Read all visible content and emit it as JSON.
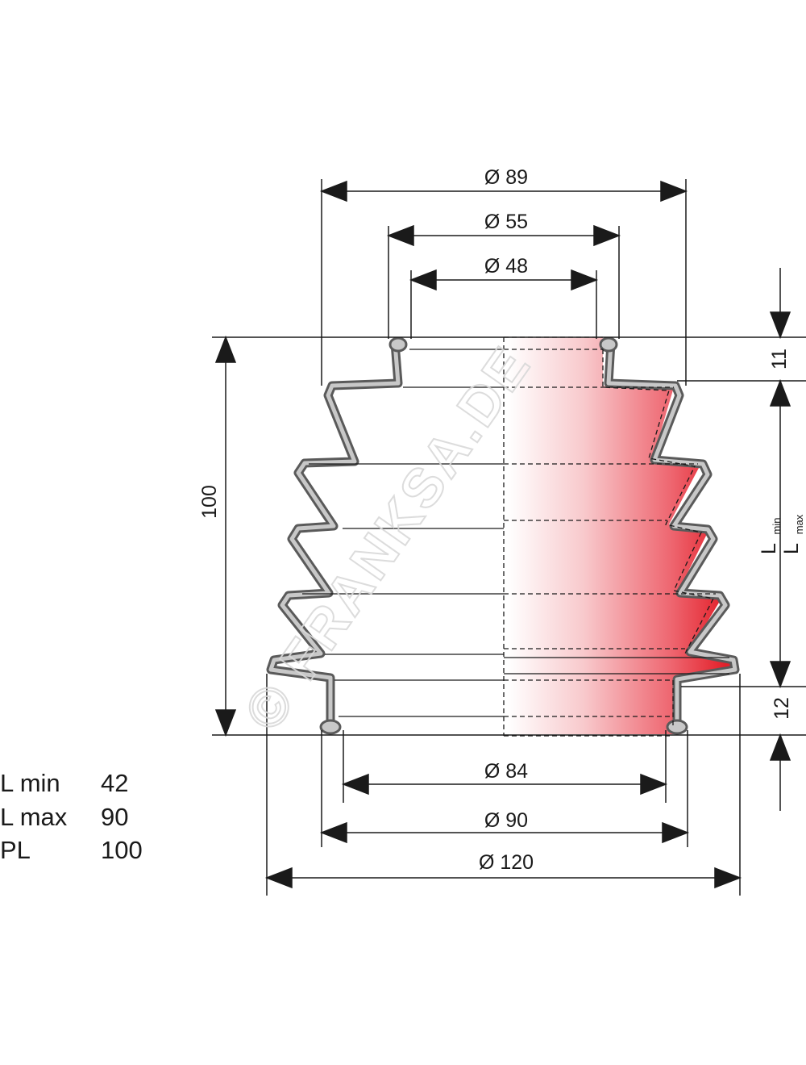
{
  "dimensions": {
    "top_outer": "Ø 89",
    "top_mid": "Ø 55",
    "top_inner": "Ø 48",
    "bottom_inner": "Ø 84",
    "bottom_mid": "Ø 90",
    "bottom_outer": "Ø 120",
    "height_total": "100",
    "top_collar": "11",
    "bottom_collar": "12",
    "l_min": {
      "main": "L",
      "sub": "min"
    },
    "l_max": {
      "main": "L",
      "sub": "max"
    }
  },
  "watermark": "© FRANKSA.DE",
  "specs": [
    {
      "label": "L min",
      "value": "42"
    },
    {
      "label": "L max",
      "value": "90"
    },
    {
      "label": "PL",
      "value": "100"
    }
  ],
  "colors": {
    "accent": "#e3202a",
    "outline": "#5a5a5a",
    "fill": "#c8c8c8",
    "line": "#1a1a1a"
  }
}
